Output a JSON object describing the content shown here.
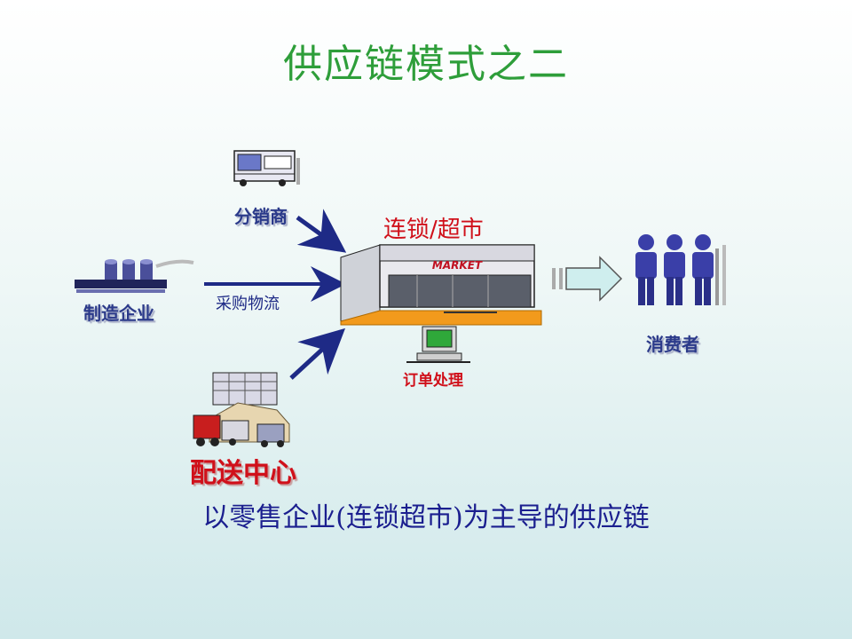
{
  "title": "供应链模式之二",
  "caption": "以零售企业(连锁超市)为主导的供应链",
  "nodes": {
    "distributor": "分销商",
    "manufacturer": "制造企业",
    "store": "连锁/超市",
    "store_sign": "MARKET",
    "order_processing": "订单处理",
    "consumer": "消费者",
    "distribution_center": "配送中心"
  },
  "edge_labels": {
    "purchase_logistics": "采购物流"
  },
  "colors": {
    "title": "#2e9e3a",
    "label_blue": "#2b3a8a",
    "label_red": "#d0101a",
    "arrow": "#1e2a86",
    "big_arrow_fill": "#cfeeee",
    "store_roof": "#f29a1c",
    "people": "#3a3fa8"
  },
  "icons": [
    "distributor-bus-icon",
    "factory-icon",
    "supermarket-building-icon",
    "computer-terminal-icon",
    "consumers-people-icon",
    "distribution-center-icon"
  ]
}
